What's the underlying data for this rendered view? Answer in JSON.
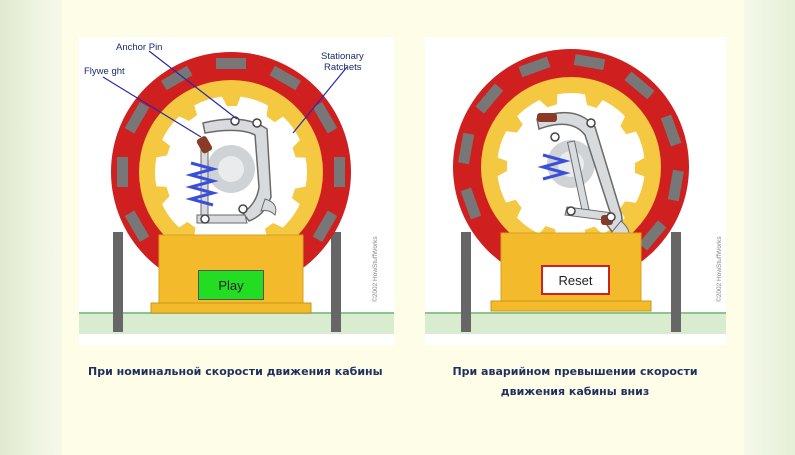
{
  "left_figure": {
    "labels": {
      "anchor_pin": "Anchor Pin",
      "flyweight": "Flywe ght",
      "stationary_1": "Stationary",
      "stationary_2": "Ratchets"
    },
    "button_label": "Play",
    "copyright": "©2002 HowStuffWorks"
  },
  "right_figure": {
    "button_label": "Reset",
    "copyright": "©2002 HowStuffWorks"
  },
  "captions": {
    "left": "При номинальной скорости движения кабины",
    "right_line1": "При аварийном превышении скорости",
    "right_line2": "движения кабины вниз"
  },
  "colors": {
    "red_ring": "#d01f1f",
    "yellow_ring": "#f5c842",
    "gold_base": "#f3bb2c",
    "play_green": "#22dd22"
  }
}
